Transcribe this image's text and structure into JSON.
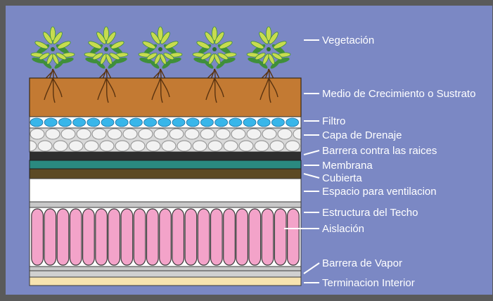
{
  "colors": {
    "background": "#7b88c4",
    "frame": "#5a5a5a",
    "substrate": "#c37a33",
    "filter": "#38b6ea",
    "drainage": "#d9d9d9",
    "root_barrier": "#2e2e2e",
    "membrane": "#2a8a80",
    "deck": "#5c4a24",
    "ventilation": "#ffffff",
    "insulation": "#f3a3c9",
    "vapor_barrier": "#d0d0d0",
    "interior_finish": "#f7e3b0",
    "leaf_light": "#c7dc4f",
    "leaf_dark": "#3f8f3a",
    "root": "#5a3310"
  },
  "layers": [
    {
      "id": "vegetation",
      "label": "Vegetación"
    },
    {
      "id": "substrate",
      "label": "Medio de Crecimiento o Sustrato"
    },
    {
      "id": "filter",
      "label": "Filtro"
    },
    {
      "id": "drainage",
      "label": "Capa de Drenaje"
    },
    {
      "id": "root-barrier",
      "label": "Barrera contra las raices"
    },
    {
      "id": "membrane",
      "label": "Membrana"
    },
    {
      "id": "deck",
      "label": "Cubierta"
    },
    {
      "id": "ventilation",
      "label": "Espacio para ventilacion"
    },
    {
      "id": "roof-structure",
      "label": "Estructura del Techo"
    },
    {
      "id": "insulation",
      "label": "Aislación"
    },
    {
      "id": "vapor-barrier",
      "label": "Barrera de Vapor"
    },
    {
      "id": "interior-finish",
      "label": "Terminacion Interior"
    }
  ]
}
